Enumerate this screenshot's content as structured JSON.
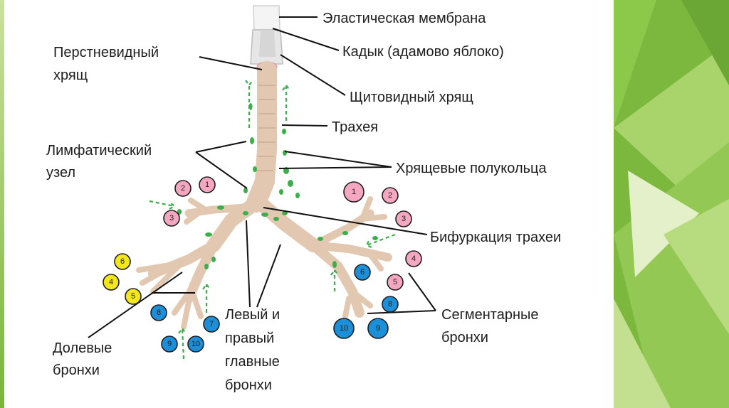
{
  "labels": {
    "elastic_membrane": "Эластическая мембрана",
    "cricoid_line1": "Перстневидный",
    "cricoid_line2": "хрящ",
    "adams_apple": "Кадык (адамово яблоко)",
    "thyroid_cartilage": "Щитовидный хрящ",
    "trachea": "Трахея",
    "lymph_node_line1": "Лимфатический",
    "lymph_node_line2": "узел",
    "cartilage_rings": "Хрящевые полукольца",
    "bifurcation": "Бифуркация трахеи",
    "main_bronchi_line1": "Левый и",
    "main_bronchi_line2": "правый",
    "main_bronchi_line3": "главные",
    "main_bronchi_line4": "бронхи",
    "lobar_line1": "Долевые",
    "lobar_line2": "бронхи",
    "segmental_line1": "Сегментарные",
    "segmental_line2": "бронхи"
  },
  "colors": {
    "pink": "#f4a7c0",
    "yellow": "#f2e61c",
    "blue": "#1b8fd8",
    "lymph_green": "#3bb04a",
    "bronchi": "#e2c8b0",
    "slide_green": "#79b43a"
  },
  "markers": {
    "left": [
      {
        "num": "2",
        "color": "pink"
      },
      {
        "num": "1",
        "color": "pink"
      },
      {
        "num": "3",
        "color": "pink"
      },
      {
        "num": "6",
        "color": "yellow"
      },
      {
        "num": "4",
        "color": "yellow"
      },
      {
        "num": "5",
        "color": "yellow"
      },
      {
        "num": "8",
        "color": "blue"
      },
      {
        "num": "7",
        "color": "blue"
      },
      {
        "num": "9",
        "color": "blue"
      },
      {
        "num": "10",
        "color": "blue"
      }
    ],
    "right": [
      {
        "num": "1",
        "color": "pink"
      },
      {
        "num": "2",
        "color": "pink"
      },
      {
        "num": "3",
        "color": "pink"
      },
      {
        "num": "4",
        "color": "pink"
      },
      {
        "num": "6",
        "color": "blue"
      },
      {
        "num": "5",
        "color": "pink"
      },
      {
        "num": "8",
        "color": "blue"
      },
      {
        "num": "10",
        "color": "blue"
      },
      {
        "num": "9",
        "color": "blue"
      }
    ]
  }
}
